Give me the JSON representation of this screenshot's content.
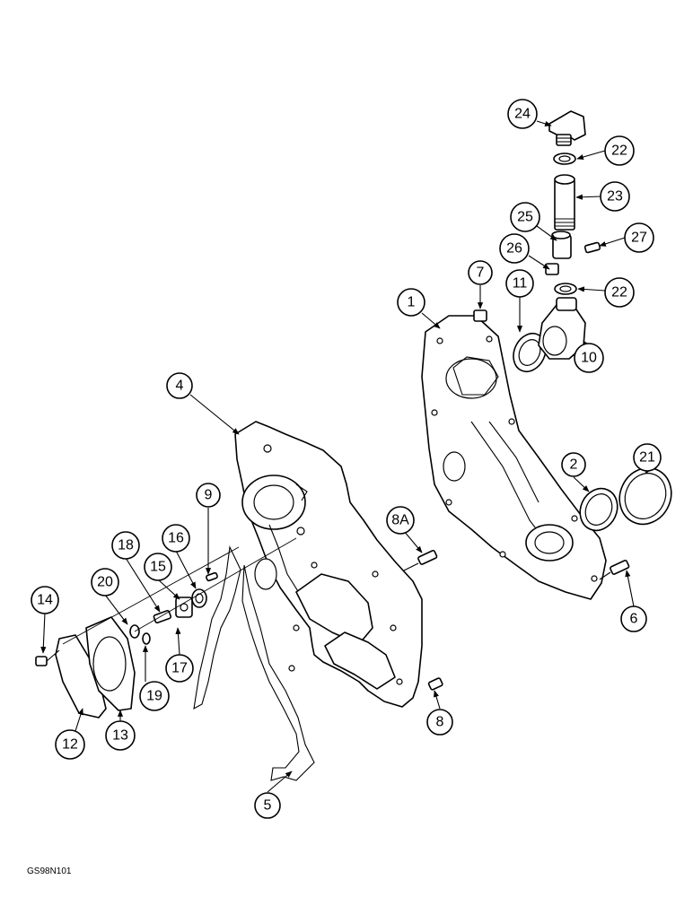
{
  "figure_code": "GS98N101",
  "callouts": [
    "1",
    "2",
    "4",
    "5",
    "6",
    "7",
    "8",
    "8A",
    "9",
    "10",
    "11",
    "12",
    "13",
    "14",
    "15",
    "16",
    "17",
    "18",
    "19",
    "20",
    "21",
    "22",
    "22",
    "23",
    "24",
    "25",
    "26",
    "27"
  ]
}
